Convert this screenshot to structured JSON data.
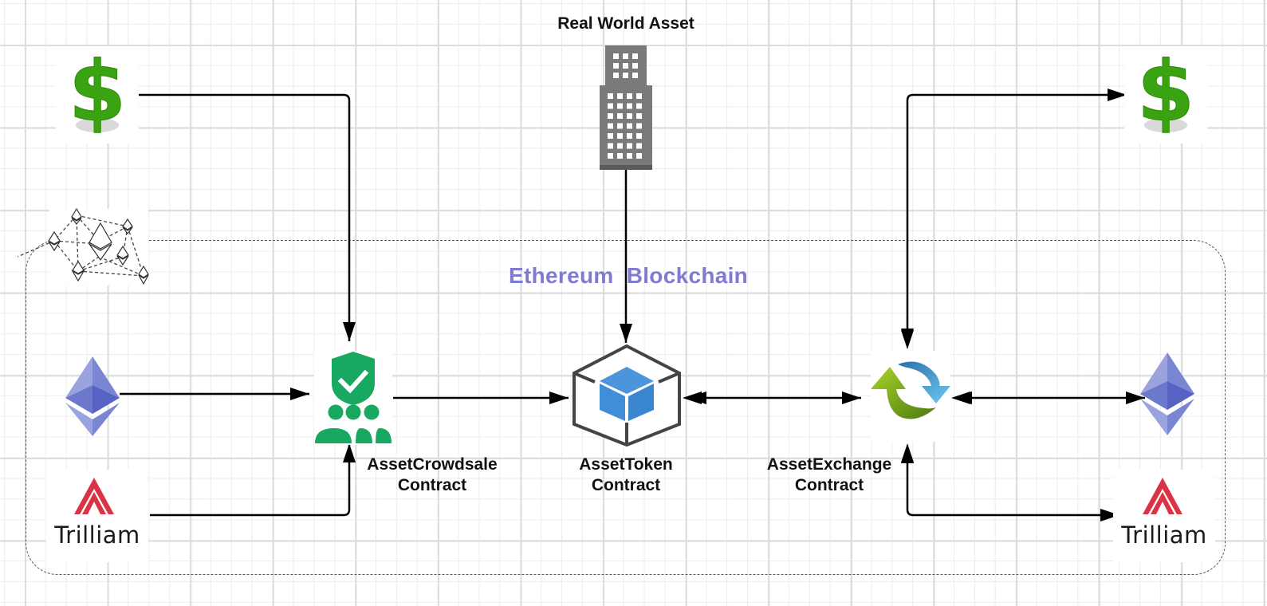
{
  "diagram": {
    "title_top": "Real World Asset",
    "region_title": "Ethereum  Blockchain",
    "nodes": {
      "crowdsale": {
        "line1": "AssetCrowdsale",
        "line2": "Contract"
      },
      "token": {
        "line1": "AssetToken",
        "line2": "Contract"
      },
      "exchange": {
        "line1": "AssetExchange",
        "line2": "Contract"
      },
      "trilliam_left": {
        "name": "Trilliam"
      },
      "trilliam_right": {
        "name": "Trilliam"
      }
    },
    "icons": {
      "dollar_left": "dollar-icon",
      "dollar_right": "dollar-icon",
      "building": "building-icon",
      "eth_network": "ethereum-network-icon",
      "eth_left": "ethereum-icon",
      "eth_right": "ethereum-icon",
      "crowdsale": "shield-group-icon",
      "token": "cube-icon",
      "exchange": "exchange-arrows-icon",
      "trilliam": "trilliam-logo-icon"
    },
    "colors": {
      "region_title": "#7f7ccf",
      "dollar_green": "#3aa312",
      "shield_green": "#17a862",
      "cube_blue": "#3f8fd8",
      "eth_purple": "#6b78cc",
      "trilliam_red": "#d93445",
      "building_gray": "#7a7a7a"
    }
  }
}
